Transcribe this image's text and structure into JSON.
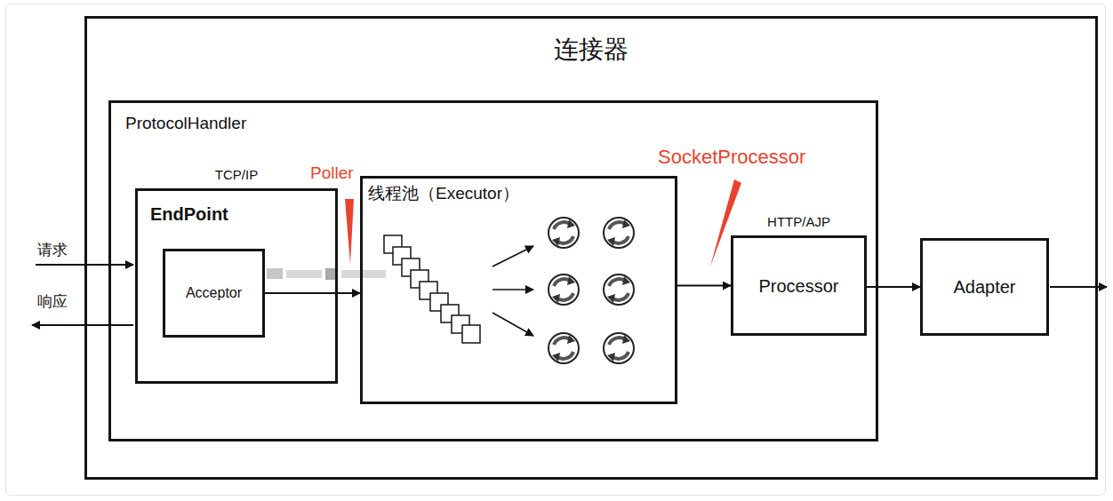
{
  "diagram": {
    "nodes": [
      {
        "text": [
          "连接器"
        ]
      },
      {
        "text": [
          "ProtocolHandler"
        ],
        "in": 0
      },
      {
        "text": [
          "TCP/IP",
          "EndPoint"
        ],
        "in": 1
      },
      {
        "text": [
          "Acceptor"
        ],
        "in": 2
      },
      {
        "text": [
          "线程池（Executor）"
        ],
        "in": 1
      },
      {
        "text": [
          "HTTP/AJP",
          "Processor"
        ],
        "in": 1
      },
      {
        "text": [
          "Adapter"
        ],
        "in": 0
      }
    ],
    "edges": [
      {
        "from": 3,
        "to": 4,
        "arrow": "to"
      },
      {
        "from": 4,
        "to": 5,
        "arrow": "to"
      },
      {
        "from": 5,
        "to": 6,
        "arrow": "to"
      }
    ],
    "labels": [
      "请求",
      "响应",
      "Poller",
      "SocketProcessor"
    ]
  }
}
